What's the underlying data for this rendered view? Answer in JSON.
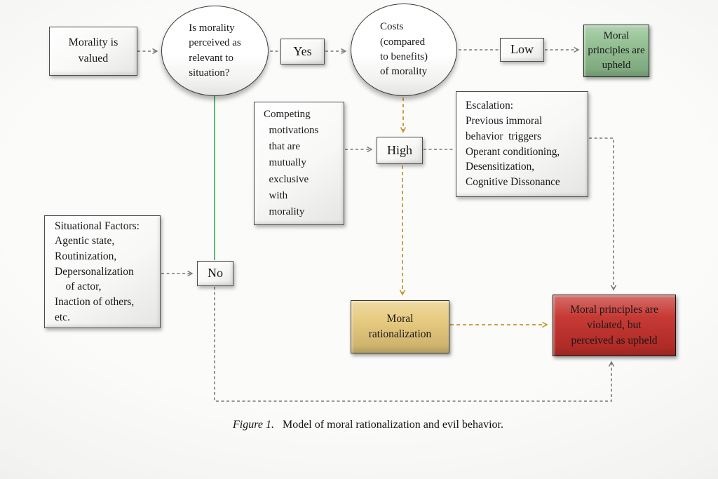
{
  "caption": {
    "label": "Figure 1.",
    "text": "Model of moral rationalization and evil behavior."
  },
  "nodes": {
    "morality_valued": "Morality is\nvalued",
    "relevance_question": "Is morality\nperceived as\nrelevant to\nsituation?",
    "yes": "Yes",
    "costs": "Costs\n(compared\nto benefits)\nof morality",
    "low": "Low",
    "principles_upheld": "Moral\nprinciples are\nupheld",
    "competing_motivations": "Competing\n  motivations\n  that are\n  mutually\n  exclusive\n  with\n  morality",
    "high": "High",
    "escalation": "Escalation:\nPrevious immoral\nbehavior  triggers\nOperant conditioning,\nDesensitization,\nCognitive Dissonance",
    "situational_factors": "Situational Factors:\nAgentic state,\nRoutinization,\nDepersonalization\n    of actor,\nInaction of others,\netc.",
    "no": "No",
    "moral_rationalization": "Moral\nrationalization",
    "principles_violated": "Moral principles are\nviolated, but\nperceived as upheld"
  },
  "colors": {
    "upheld_green": "#8fbe8f",
    "rationalization_gold": "#e7c97b",
    "violated_red": "#c4302b",
    "connector_gray": "#767676",
    "connector_gold": "#c1952b",
    "branch_green": "#42ae58"
  }
}
